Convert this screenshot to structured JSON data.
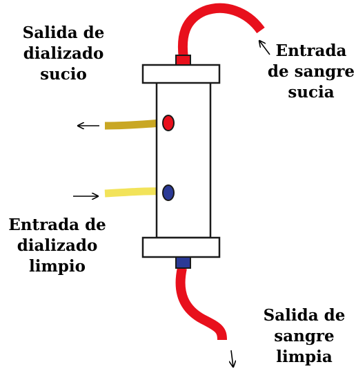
{
  "labels": {
    "dirty_dialysate_out": [
      "Salida de",
      "dializado",
      "sucio"
    ],
    "dirty_blood_in": [
      "Entrada",
      "de sangre",
      "sucia"
    ],
    "clean_dialysate_in": [
      "Entrada de",
      "dializado",
      "limpio"
    ],
    "clean_blood_out": [
      "Salida de",
      "sangre",
      "limpia"
    ]
  },
  "colors": {
    "blood_tube": "#e8101c",
    "dirty_dialysate_tube": "#c9a724",
    "clean_dialysate_tube": "#f2e35a",
    "red_port": "#e8101c",
    "blue_port": "#2b3a96",
    "outline": "#1a1a1a",
    "body_fill": "#ffffff"
  },
  "icons": {
    "arrows": [
      "arrow-left-icon",
      "arrow-right-icon",
      "arrow-up-left-icon",
      "arrow-down-icon"
    ]
  }
}
